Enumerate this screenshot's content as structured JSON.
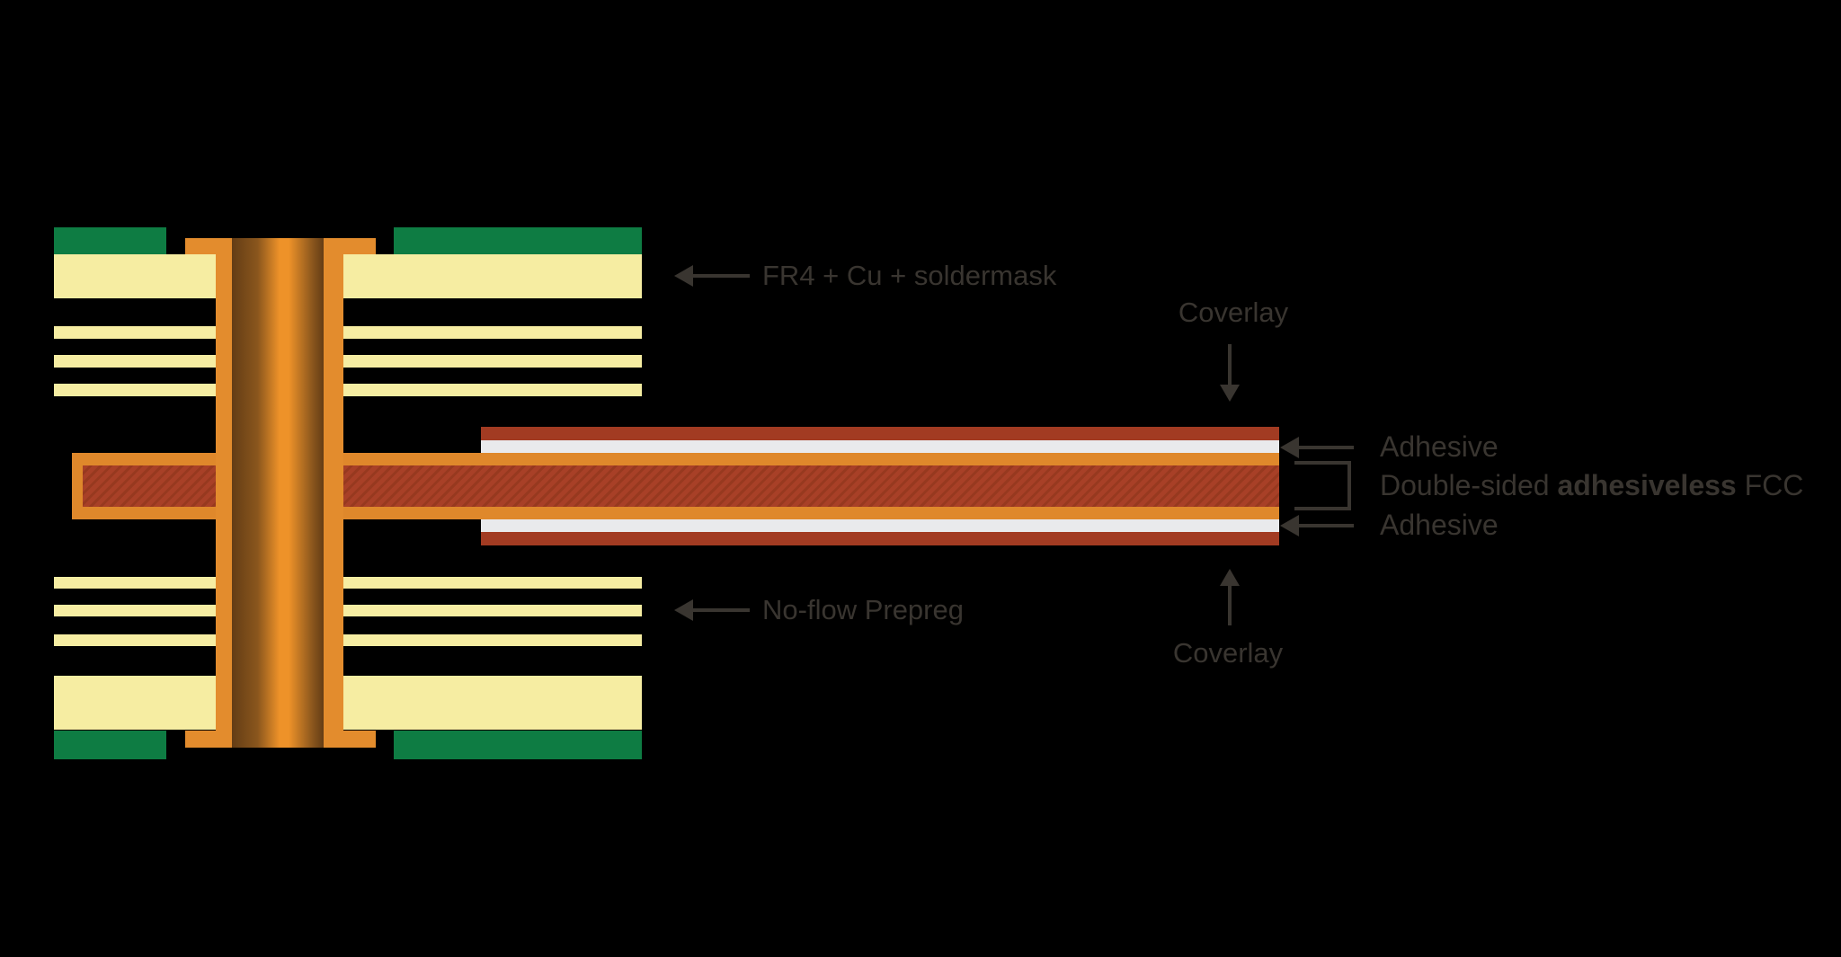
{
  "labels": {
    "fr4": "FR4 + Cu + soldermask",
    "prepreg": "No-flow Prepreg",
    "coverlay_top": "Coverlay",
    "coverlay_bottom": "Coverlay",
    "adhesive_top": "Adhesive",
    "adhesive_bottom": "Adhesive",
    "fcc_pre": "Double-sided ",
    "fcc_bold": "adhesiveless",
    "fcc_post": " FCC"
  },
  "icons": {
    "left_arrow": "left-arrow",
    "down_arrow": "down-arrow",
    "up_arrow": "up-arrow",
    "bracket": "right-bracket"
  },
  "colors": {
    "bg": "#000000",
    "green": "#0E7C43",
    "cream": "#F6EDA2",
    "copper": "#DF882B",
    "barrel": "#E38C2D",
    "core": "#A84027",
    "core-stripe": "#97391F",
    "adhesive": "#E9EAEC",
    "coverlay": "#A23B22",
    "text": "#393530",
    "hole-dark": "#643D15",
    "hole-mid": "#8A561D",
    "hole-bright": "#EE9229"
  }
}
